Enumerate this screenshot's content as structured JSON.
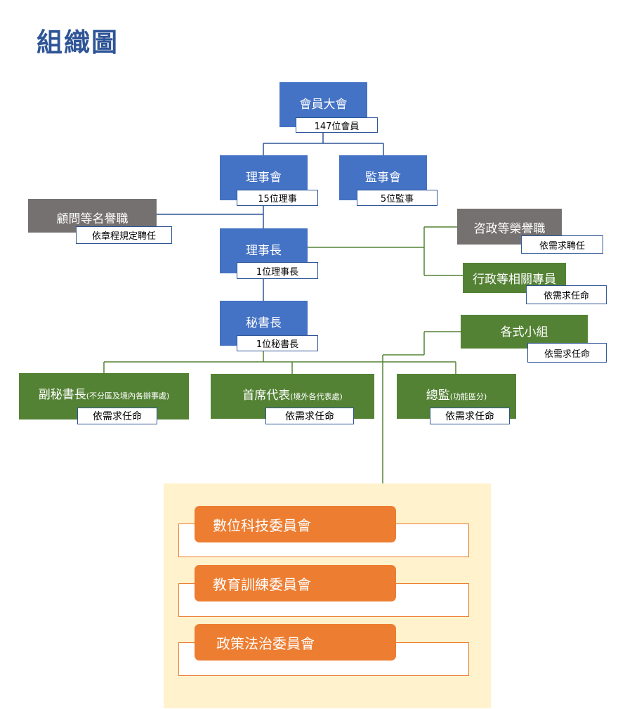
{
  "title": "組織圖",
  "colors": {
    "blue": "#4472c4",
    "gray": "#767171",
    "green": "#548235",
    "orange": "#ed7d31",
    "panel": "#fff2cc",
    "title": "#2f5597"
  },
  "nodes": {
    "assembly": {
      "name": "會員大會",
      "note": "147位會員"
    },
    "board": {
      "name": "理事會",
      "note": "15位理事"
    },
    "supervisors": {
      "name": "監事會",
      "note": "5位監事"
    },
    "advisors": {
      "name": "顧問等名譽職",
      "note": "依章程規定聘任"
    },
    "chairman": {
      "name": "理事長",
      "note": "1位理事長"
    },
    "consultants": {
      "name": "咨政等榮譽職",
      "note": "依需求聘任"
    },
    "admin": {
      "name": "行政等相關專員",
      "note": "依需求任命"
    },
    "secretary_general": {
      "name": "秘書長",
      "note": "1位秘書長"
    },
    "groups": {
      "name": "各式小組",
      "note": "依需求任命"
    },
    "deputy": {
      "name": "副秘書長",
      "qualifier": "(不分區及境內各辦事處)",
      "note": "依需求任命"
    },
    "representative": {
      "name": "首席代表",
      "qualifier": "(境外各代表處)",
      "note": "依需求任命"
    },
    "director": {
      "name": "總監",
      "qualifier": "(功能區分)",
      "note": "依需求任命"
    }
  },
  "committees": [
    {
      "name": "數位科技委員會"
    },
    {
      "name": "教育訓練委員會"
    },
    {
      "name": "政策法治委員會"
    }
  ]
}
